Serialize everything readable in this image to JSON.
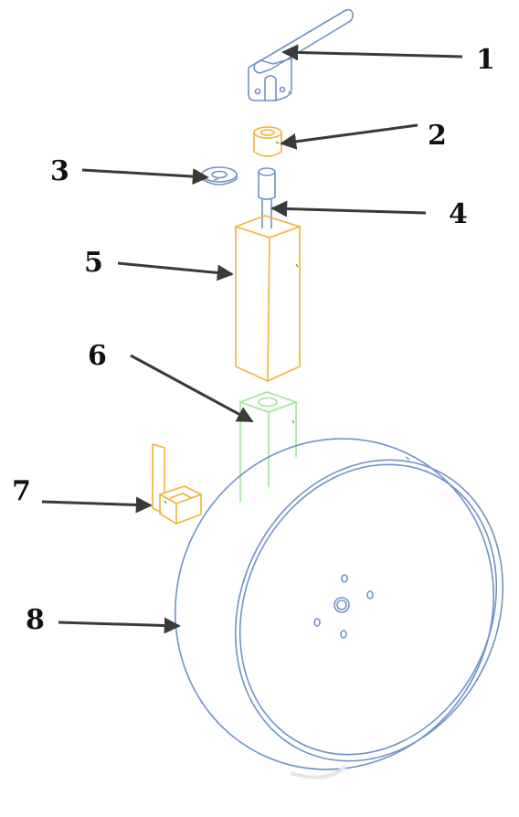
{
  "callouts": [
    {
      "id": "1",
      "label": "1"
    },
    {
      "id": "2",
      "label": "2"
    },
    {
      "id": "3",
      "label": "3"
    },
    {
      "id": "4",
      "label": "4"
    },
    {
      "id": "5",
      "label": "5"
    },
    {
      "id": "6",
      "label": "6"
    },
    {
      "id": "7",
      "label": "7"
    },
    {
      "id": "8",
      "label": "8"
    }
  ],
  "colors": {
    "blue_part": "#6f93c8",
    "orange_part": "#f2b233",
    "green_part": "#9fe49a",
    "arrow": "#3a3a3a",
    "label": "#111111"
  }
}
